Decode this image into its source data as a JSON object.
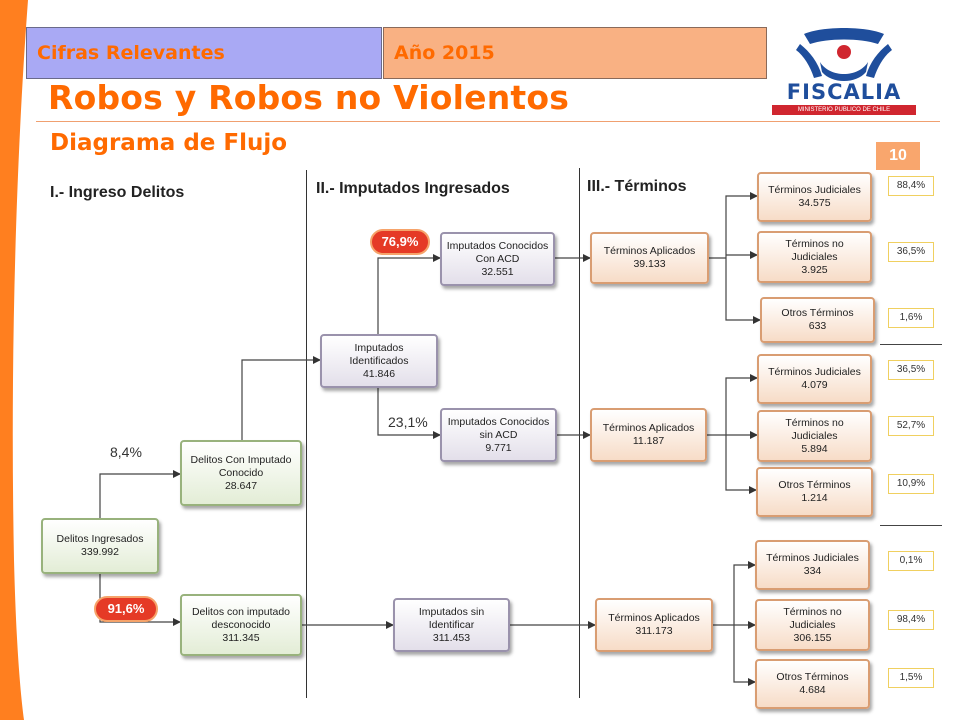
{
  "header": {
    "tab_left": "Cifras Relevantes",
    "tab_right": "Año 2015",
    "title": "Robos y Robos no Violentos",
    "subtitle": "Diagrama de Flujo",
    "page_number": "10",
    "logo_text": "FISCALIA",
    "logo_subtext": "MINISTERIO PUBLICO DE CHILE"
  },
  "colors": {
    "accent_orange": "#ff6a00",
    "tab_left_bg": "#a9a9f4",
    "tab_right_bg": "#f9b183",
    "left_band": "#ff7f1f",
    "badge_red": "#e53a26",
    "logo_blue": "#1f4e9c",
    "logo_red": "#d0262f"
  },
  "sections": {
    "ingreso": "I.- Ingreso Delitos",
    "imputados": "II.- Imputados Ingresados",
    "terminos": "III.- Términos"
  },
  "nodes": {
    "delitos_ingresados": {
      "label": "Delitos Ingresados",
      "value": "339.992"
    },
    "delitos_conocido": {
      "label": "Delitos Con Imputado Conocido",
      "value": "28.647"
    },
    "delitos_desconocido": {
      "label": "Delitos con imputado desconocido",
      "value": "311.345"
    },
    "imputados_identificados": {
      "label": "Imputados Identificados",
      "value": "41.846"
    },
    "conocidos_con_acd": {
      "label": "Imputados Conocidos Con ACD",
      "value": "32.551"
    },
    "conocidos_sin_acd": {
      "label": "Imputados Conocidos sin ACD",
      "value": "9.771"
    },
    "sin_identificar": {
      "label": "Imputados sin Identificar",
      "value": "311.453"
    },
    "aplicados_1": {
      "label": "Términos Aplicados",
      "value": "39.133"
    },
    "aplicados_2": {
      "label": "Términos Aplicados",
      "value": "11.187"
    },
    "aplicados_3": {
      "label": "Términos Aplicados",
      "value": "311.173"
    },
    "judiciales_1": {
      "label": "Términos Judiciales",
      "value": "34.575"
    },
    "no_judiciales_1": {
      "label": "Términos no Judiciales",
      "value": "3.925"
    },
    "otros_1": {
      "label": "Otros Términos",
      "value": "633"
    },
    "judiciales_2": {
      "label": "Términos Judiciales",
      "value": "4.079"
    },
    "no_judiciales_2": {
      "label": "Términos no Judiciales",
      "value": "5.894"
    },
    "otros_2": {
      "label": "Otros Términos",
      "value": "1.214"
    },
    "judiciales_3": {
      "label": "Términos Judiciales",
      "value": "334"
    },
    "no_judiciales_3": {
      "label": "Términos no Judiciales",
      "value": "306.155"
    },
    "otros_3": {
      "label": "Otros Términos",
      "value": "4.684"
    }
  },
  "percentages": {
    "conocido": "8,4%",
    "desconocido": "91,6%",
    "con_acd": "76,9%",
    "sin_acd": "23,1%"
  },
  "outcome_percentages": [
    "88,4%",
    "36,5%",
    "1,6%",
    "36,5%",
    "52,7%",
    "10,9%",
    "0,1%",
    "98,4%",
    "1,5%"
  ]
}
